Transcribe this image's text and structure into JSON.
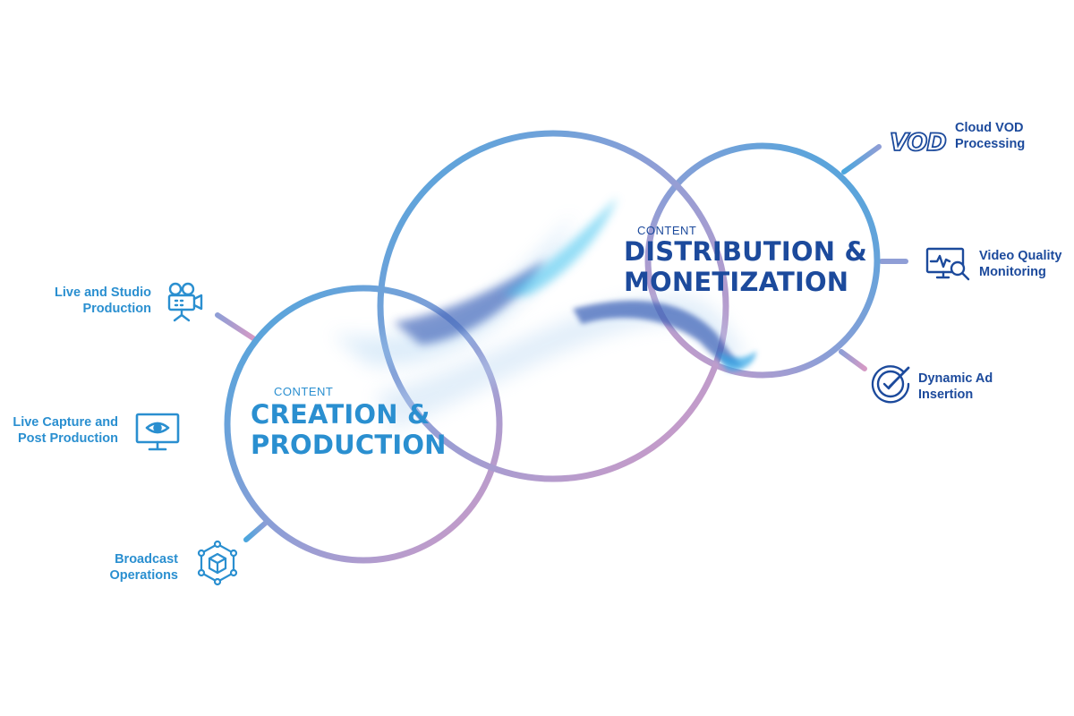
{
  "hubs": {
    "creation": {
      "small": "CONTENT",
      "line1": "CREATION &",
      "line2": "PRODUCTION"
    },
    "distribution": {
      "small": "CONTENT",
      "line1": "DISTRIBUTION &",
      "line2": "MONETIZATION"
    }
  },
  "services_left": [
    {
      "line1": "Live and Studio",
      "line2": "Production",
      "icon": "film-camera-icon"
    },
    {
      "line1": "Live Capture and",
      "line2": "Post Production",
      "icon": "monitor-eye-icon"
    },
    {
      "line1": "Broadcast",
      "line2": "Operations",
      "icon": "network-cube-icon"
    }
  ],
  "services_right": [
    {
      "line1": "Cloud VOD",
      "line2": "Processing",
      "icon": "vod-logo-icon"
    },
    {
      "line1": "Video Quality",
      "line2": "Monitoring",
      "icon": "monitor-search-icon"
    },
    {
      "line1": "Dynamic Ad",
      "line2": "Insertion",
      "icon": "check-badge-icon"
    }
  ],
  "vod_logo_text": "VOD",
  "colors": {
    "blue_light": "#4aa6dd",
    "blue_dark": "#1c4a9c",
    "accent_blue": "#2a8fd0",
    "pink": "#d59ac5",
    "lavender": "#8f9ed6"
  }
}
